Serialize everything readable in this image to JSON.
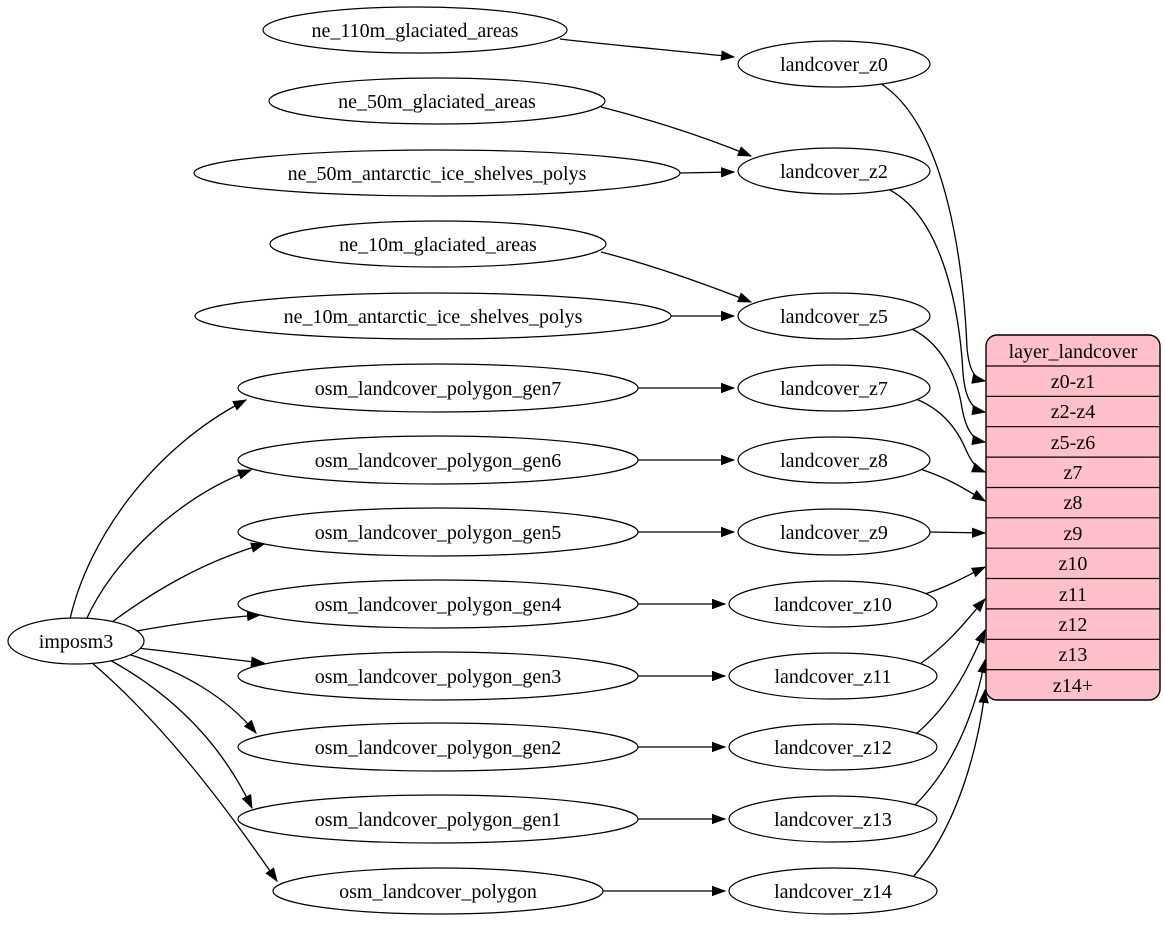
{
  "diagram": {
    "colors": {
      "table_fill": "#ffc0cb",
      "node_fill": "#ffffff",
      "stroke": "#000000",
      "background": "#ffffff"
    },
    "root": {
      "label": "imposm3"
    },
    "sources": [
      "ne_110m_glaciated_areas",
      "ne_50m_glaciated_areas",
      "ne_50m_antarctic_ice_shelves_polys",
      "ne_10m_glaciated_areas",
      "ne_10m_antarctic_ice_shelves_polys",
      "osm_landcover_polygon_gen7",
      "osm_landcover_polygon_gen6",
      "osm_landcover_polygon_gen5",
      "osm_landcover_polygon_gen4",
      "osm_landcover_polygon_gen3",
      "osm_landcover_polygon_gen2",
      "osm_landcover_polygon_gen1",
      "osm_landcover_polygon"
    ],
    "stages": [
      "landcover_z0",
      "landcover_z2",
      "landcover_z5",
      "landcover_z7",
      "landcover_z8",
      "landcover_z9",
      "landcover_z10",
      "landcover_z11",
      "landcover_z12",
      "landcover_z13",
      "landcover_z14"
    ],
    "table": {
      "title": "layer_landcover",
      "rows": [
        "z0-z1",
        "z2-z4",
        "z5-z6",
        "z7",
        "z8",
        "z9",
        "z10",
        "z11",
        "z12",
        "z13",
        "z14+"
      ]
    },
    "edges": [
      {
        "from": "ne_110m_glaciated_areas",
        "to": "landcover_z0"
      },
      {
        "from": "ne_50m_glaciated_areas",
        "to": "landcover_z2"
      },
      {
        "from": "ne_50m_antarctic_ice_shelves_polys",
        "to": "landcover_z2"
      },
      {
        "from": "ne_10m_glaciated_areas",
        "to": "landcover_z5"
      },
      {
        "from": "ne_10m_antarctic_ice_shelves_polys",
        "to": "landcover_z5"
      },
      {
        "from": "osm_landcover_polygon_gen7",
        "to": "landcover_z7"
      },
      {
        "from": "osm_landcover_polygon_gen6",
        "to": "landcover_z8"
      },
      {
        "from": "osm_landcover_polygon_gen5",
        "to": "landcover_z9"
      },
      {
        "from": "osm_landcover_polygon_gen4",
        "to": "landcover_z10"
      },
      {
        "from": "osm_landcover_polygon_gen3",
        "to": "landcover_z11"
      },
      {
        "from": "osm_landcover_polygon_gen2",
        "to": "landcover_z12"
      },
      {
        "from": "osm_landcover_polygon_gen1",
        "to": "landcover_z13"
      },
      {
        "from": "osm_landcover_polygon",
        "to": "landcover_z14"
      },
      {
        "from": "imposm3",
        "to": "osm_landcover_polygon_gen7"
      },
      {
        "from": "imposm3",
        "to": "osm_landcover_polygon_gen6"
      },
      {
        "from": "imposm3",
        "to": "osm_landcover_polygon_gen5"
      },
      {
        "from": "imposm3",
        "to": "osm_landcover_polygon_gen4"
      },
      {
        "from": "imposm3",
        "to": "osm_landcover_polygon_gen3"
      },
      {
        "from": "imposm3",
        "to": "osm_landcover_polygon_gen2"
      },
      {
        "from": "imposm3",
        "to": "osm_landcover_polygon_gen1"
      },
      {
        "from": "imposm3",
        "to": "osm_landcover_polygon"
      },
      {
        "from": "landcover_z0",
        "to": "layer_landcover:z0-z1"
      },
      {
        "from": "landcover_z2",
        "to": "layer_landcover:z2-z4"
      },
      {
        "from": "landcover_z5",
        "to": "layer_landcover:z5-z6"
      },
      {
        "from": "landcover_z7",
        "to": "layer_landcover:z7"
      },
      {
        "from": "landcover_z8",
        "to": "layer_landcover:z8"
      },
      {
        "from": "landcover_z9",
        "to": "layer_landcover:z9"
      },
      {
        "from": "landcover_z10",
        "to": "layer_landcover:z10"
      },
      {
        "from": "landcover_z11",
        "to": "layer_landcover:z11"
      },
      {
        "from": "landcover_z12",
        "to": "layer_landcover:z12"
      },
      {
        "from": "landcover_z13",
        "to": "layer_landcover:z13"
      },
      {
        "from": "landcover_z14",
        "to": "layer_landcover:z14+"
      }
    ]
  }
}
